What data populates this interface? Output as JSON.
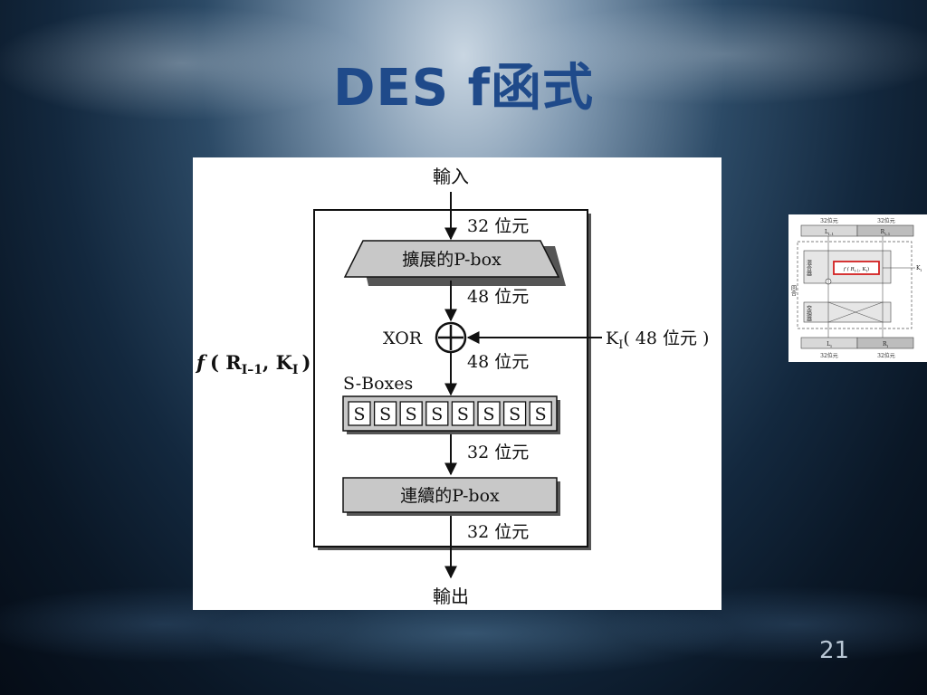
{
  "slide": {
    "title": "DES f函式",
    "page_number": "21"
  },
  "diagram": {
    "input_label": "輸入",
    "output_label": "輸出",
    "function_label_f": "f",
    "function_label_args": "( R",
    "function_label_r_sub": "I–1",
    "function_label_mid": ", K",
    "function_label_k_sub": "I",
    "function_label_close": ")",
    "bits_32_a": "32 位元",
    "expansion_pbox": "擴展的P-box",
    "bits_48_a": "48 位元",
    "xor_label": "XOR",
    "key_label_k": "K",
    "key_label_sub": "I",
    "key_label_rest": "( 48 位元 )",
    "bits_48_b": "48 位元",
    "sboxes_label": "S-Boxes",
    "sbox_cells": [
      "S",
      "S",
      "S",
      "S",
      "S",
      "S",
      "S",
      "S"
    ],
    "bits_32_b": "32 位元",
    "straight_pbox": "連續的P-box",
    "bits_32_c": "32 位元"
  },
  "thumbnail": {
    "top_left": "32位元",
    "top_right": "32位元",
    "left_half_in": "L",
    "left_half_in_sub": "I–1",
    "right_half_in": "R",
    "right_half_in_sub": "I–1",
    "mixer": "混合器",
    "f_box": "f ( R",
    "f_box_sub": "I–1",
    "f_box_rest": ", K",
    "f_box_k_sub": "I",
    "f_box_close": ")",
    "key": "K",
    "key_sub": "I",
    "round": "回合",
    "swapper": "交換器",
    "left_half_out": "L",
    "left_half_out_sub": "I",
    "right_half_out": "R",
    "right_half_out_sub": "I",
    "bottom_left": "32位元",
    "bottom_right": "32位元"
  }
}
